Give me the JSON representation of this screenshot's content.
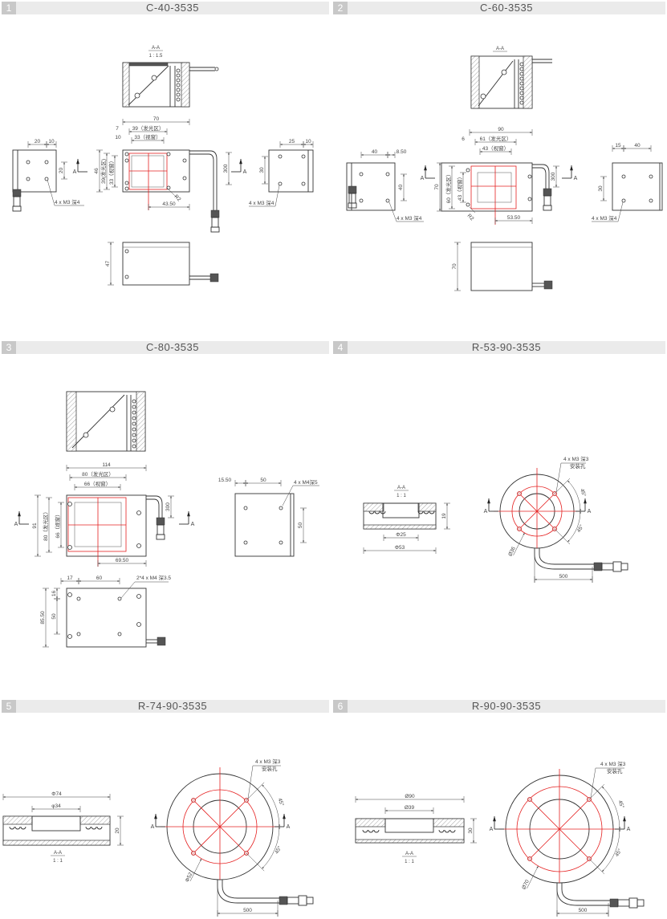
{
  "panels": [
    {
      "number": "1",
      "title": "C-40-3535",
      "section": {
        "label": "A-A",
        "scale": "1 : 1.5"
      },
      "markers": [
        "A",
        "A"
      ],
      "dims": [
        "70",
        "7",
        "39（发光区）",
        "10",
        "33（视窗）",
        "46",
        "39(发光区)",
        "33（视窗）",
        "43.50",
        "R2",
        "300",
        "20",
        "10",
        "20",
        "4 x M3 深4",
        "25",
        "10",
        "30",
        "4 x M3 深4",
        "47"
      ]
    },
    {
      "number": "2",
      "title": "C-60-3535",
      "section": {
        "label": "A-A"
      },
      "markers": [
        "A",
        "A"
      ],
      "dims": [
        "90",
        "6",
        "61（发光区）",
        "43（视窗）",
        "70",
        "60（发光区）",
        "43（视窗）",
        "53.50",
        "R2",
        "300",
        "40",
        "8.50",
        "40",
        "4 x M3 深4",
        "15",
        "40",
        "30",
        "4 x M3 深4",
        "70"
      ]
    },
    {
      "number": "3",
      "title": "C-80-3535",
      "markers": [
        "A",
        "A"
      ],
      "dims": [
        "114",
        "80（发光区）",
        "66（视窗）",
        "91",
        "80（发光区）",
        "66（视窗）",
        "69.50",
        "300",
        "15.50",
        "50",
        "4 x M4深5",
        "50",
        "17",
        "60",
        "2*4 x M4 深3.5",
        "16",
        "50",
        "85.50"
      ]
    },
    {
      "number": "4",
      "title": "R-53-90-3535",
      "section": {
        "label": "A-A",
        "scale": "1 : 1"
      },
      "markers": [
        "A",
        "A"
      ],
      "dims": [
        "19",
        "Φ25",
        "Φ53",
        "4 x M3 深3",
        "安装孔",
        "45°",
        "45°",
        "Ø36",
        "500"
      ]
    },
    {
      "number": "5",
      "title": "R-74-90-3535",
      "section": {
        "label": "A-A",
        "scale": "1 : 1"
      },
      "markers": [
        "A",
        "A"
      ],
      "dims": [
        "Φ74",
        "φ34",
        "20",
        "4 x M3 深3",
        "安装孔",
        "45°",
        "45°",
        "Φ52",
        "500"
      ]
    },
    {
      "number": "6",
      "title": "R-90-90-3535",
      "section": {
        "label": "A-A",
        "scale": "1 : 1"
      },
      "markers": [
        "A",
        "A"
      ],
      "dims": [
        "Ø90",
        "Ø39",
        "30",
        "4 x M3 深3",
        "安装孔",
        "45°",
        "45°",
        "Ø70",
        "500"
      ]
    }
  ]
}
